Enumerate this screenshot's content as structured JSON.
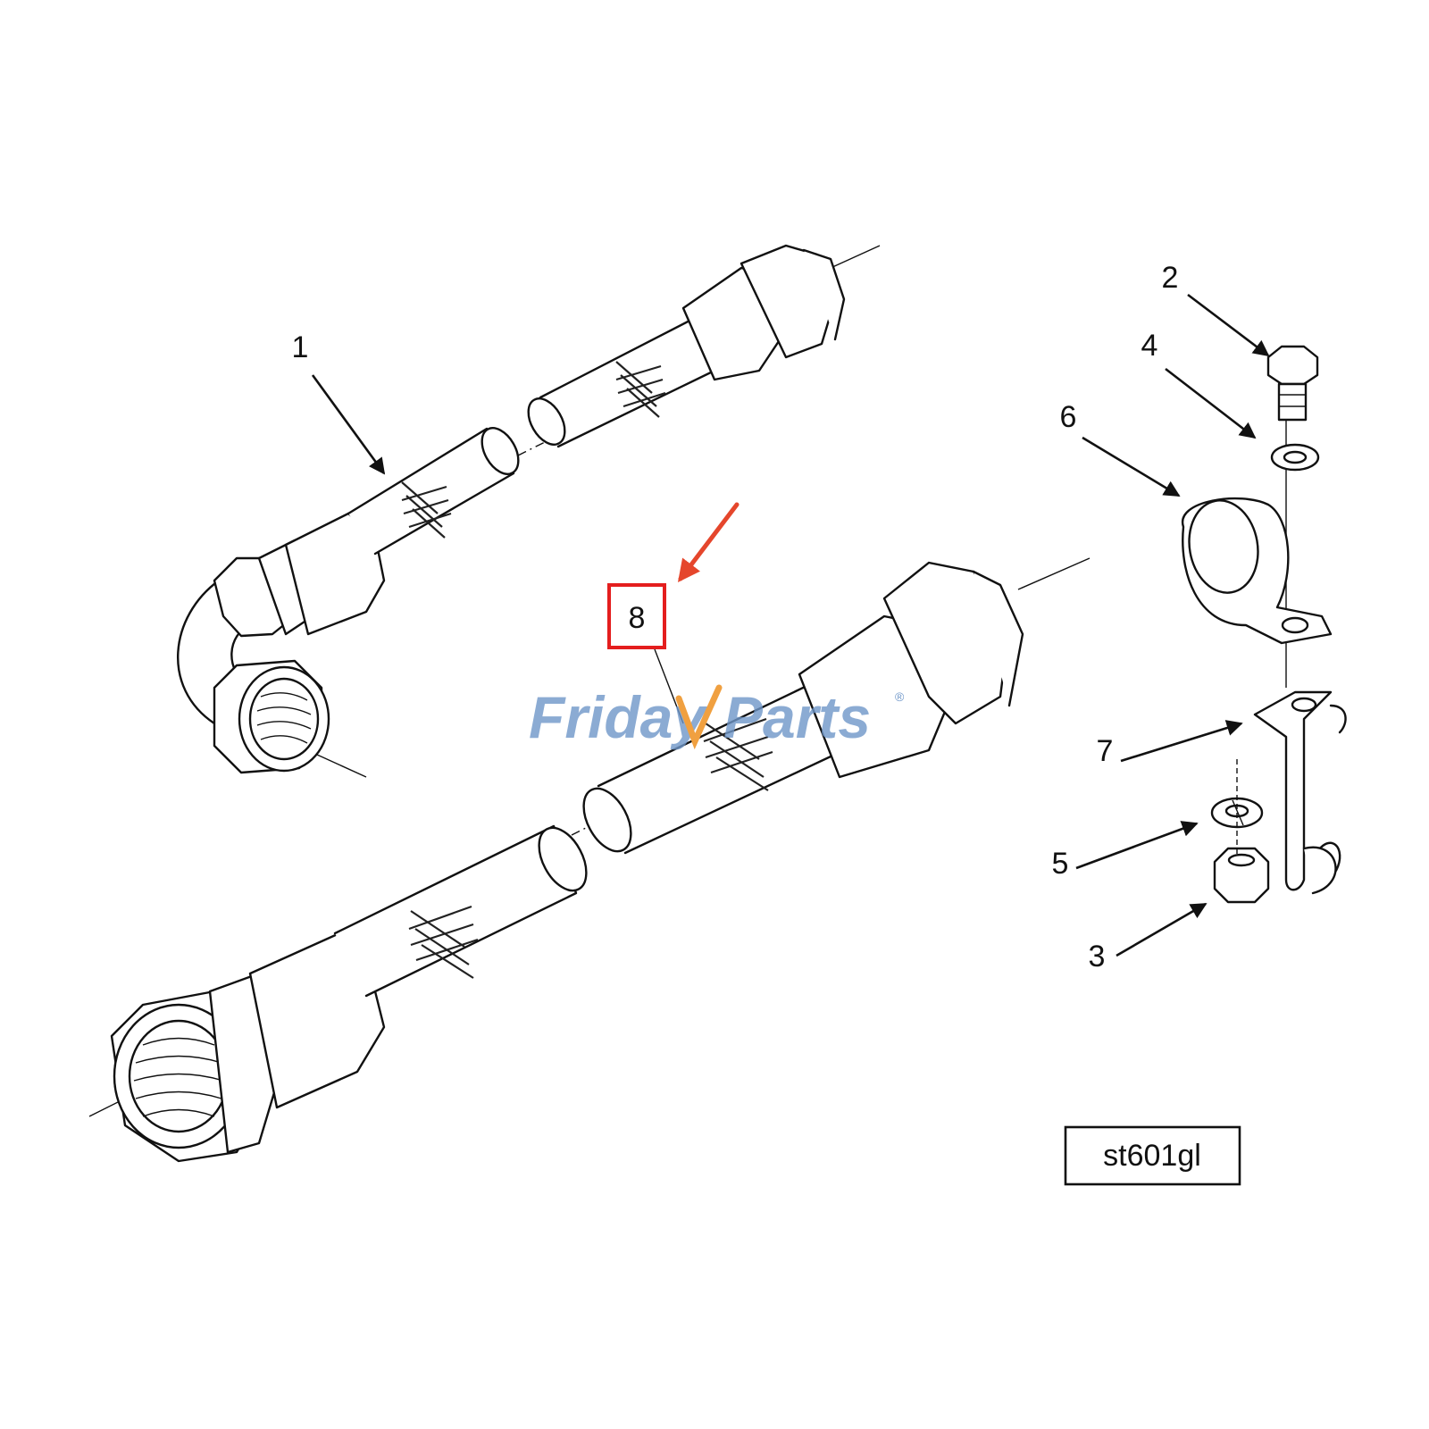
{
  "callouts": [
    "1",
    "2",
    "3",
    "4",
    "5",
    "6",
    "7",
    "8"
  ],
  "highlighted_callout": "8",
  "figure_reference": "st601gl",
  "watermark": {
    "brand_part1": "Friday",
    "brand_part2": "Parts",
    "registered_mark": "®",
    "color": "#6f97c9",
    "accent_color": "#f0a040"
  },
  "highlight_color": "#e41e1e",
  "arrow_color": "#e5462c"
}
